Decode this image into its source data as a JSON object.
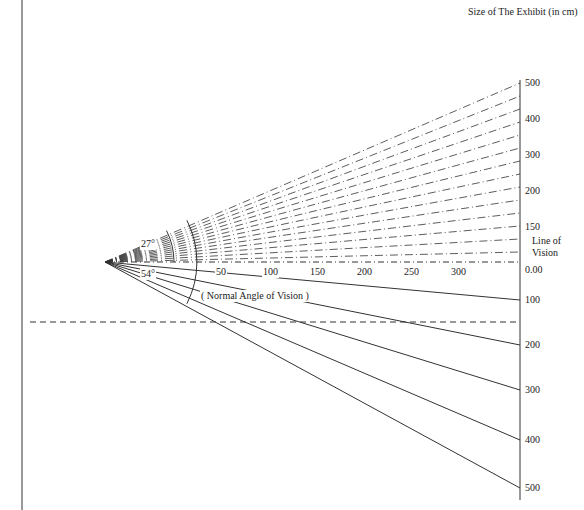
{
  "diagram": {
    "labels": [
      "Size of The Exhibit (in cm)",
      "500",
      "400",
      "300",
      "200",
      "150",
      "Line of Vision",
      "0.00",
      "100",
      "200",
      "300",
      "400",
      "500",
      "27°",
      "54°",
      "50",
      "100",
      "150",
      "200",
      "250",
      "300",
      "( Normal Angle of Vision )"
    ]
  }
}
